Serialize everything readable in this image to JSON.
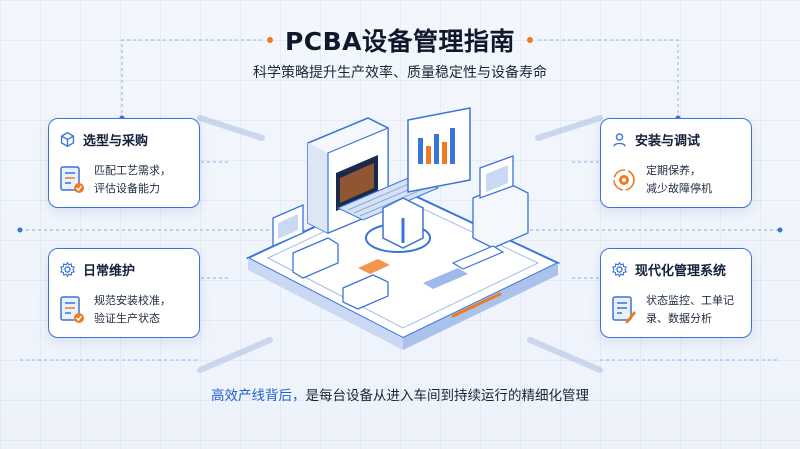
{
  "header": {
    "title": "PCBA设备管理指南",
    "subtitle": "科学策略提升生产效率、质量稳定性与设备寿命"
  },
  "cards": {
    "selection": {
      "title": "选型与采购",
      "desc_line1": "匹配工艺需求，",
      "desc_line2": "评估设备能力"
    },
    "maintenance": {
      "title": "日常维护",
      "desc_line1": "规范安装校准，",
      "desc_line2": "验证生产状态"
    },
    "install": {
      "title": "安装与调试",
      "desc_line1": "定期保养，",
      "desc_line2": "减少故障停机"
    },
    "modern": {
      "title": "现代化管理系统",
      "desc_line1": "状态监控、工单记",
      "desc_line2": "录、数据分析"
    }
  },
  "footer": {
    "highlight": "高效产线背后，",
    "rest": "是每台设备从进入车间到持续运行的精细化管理"
  },
  "colors": {
    "accent_blue": "#3b74d8",
    "accent_orange": "#f07a22",
    "text_dark": "#10192c"
  },
  "icons": {
    "selection_head": "cube-icon",
    "selection_body": "document-check-icon",
    "maintenance_head": "gear-icon",
    "maintenance_body": "document-check-icon",
    "install_head": "user-icon",
    "install_body": "gear-cycle-icon",
    "modern_head": "gear-icon",
    "modern_body": "document-pen-icon"
  }
}
